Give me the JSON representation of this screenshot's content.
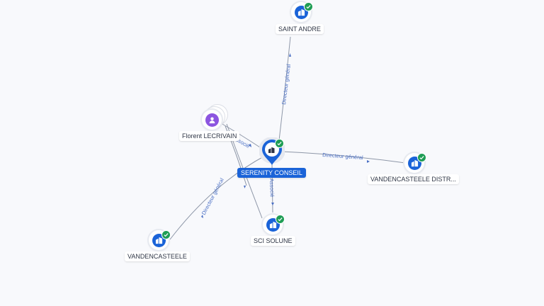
{
  "nodes": {
    "serenity_conseil": {
      "label": "SERENITY CONSEIL",
      "type": "company",
      "verified": true
    },
    "saint_andre": {
      "label": "SAINT ANDRE",
      "type": "company",
      "verified": true
    },
    "vandencasteele_distr": {
      "label": "VANDENCASTEELE DISTR...",
      "type": "company",
      "verified": true
    },
    "vandencasteele": {
      "label": "VANDENCASTEELE",
      "type": "company",
      "verified": true
    },
    "sci_solune": {
      "label": "SCI SOLUNE",
      "type": "company",
      "verified": true
    },
    "florent_lecrivain": {
      "label": "Florent LECRIVAIN",
      "type": "person",
      "verified": false
    }
  },
  "edges": {
    "to_saint_andre": "Directeur général",
    "to_vandencasteele_distr": "Directeur général",
    "to_vandencasteele": "Directeur général",
    "to_sci_solune": "Associé",
    "florent_to_serenity": "Associé"
  },
  "colors": {
    "company": "#1a63d8",
    "person": "#8c55e0",
    "verified": "#1f9d55",
    "edge_label": "#4a6fc4",
    "background": "#f8f9fc"
  }
}
